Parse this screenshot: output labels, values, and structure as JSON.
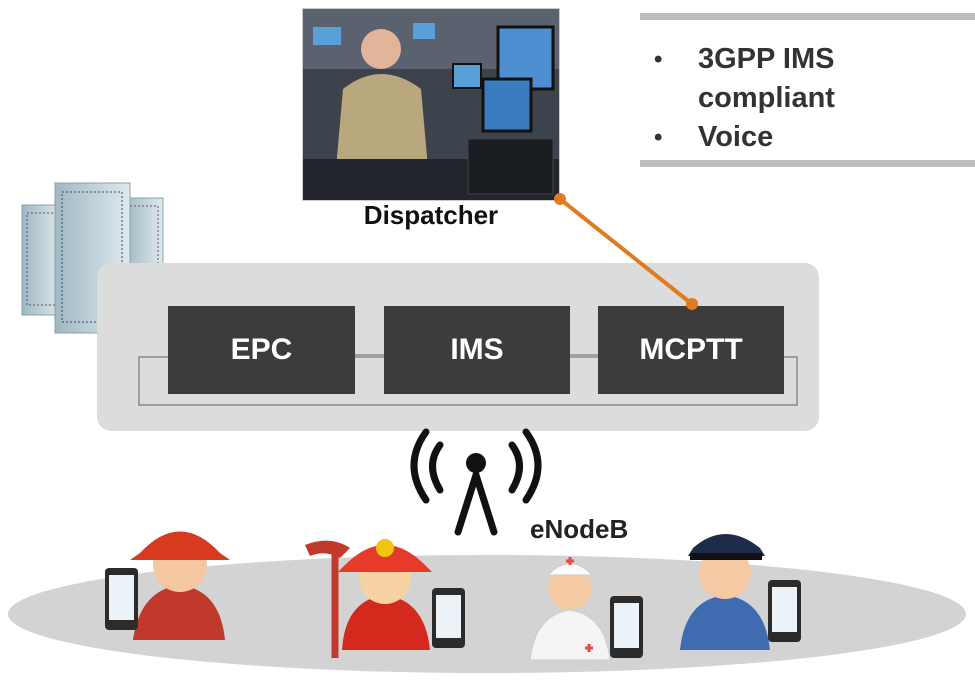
{
  "dispatcher": {
    "caption": "Dispatcher"
  },
  "features": {
    "items": [
      "3GPP IMS compliant",
      "Voice"
    ]
  },
  "core": {
    "boxes": [
      "EPC",
      "IMS",
      "MCPTT"
    ]
  },
  "radio": {
    "label": "eNodeB"
  },
  "users": [
    "firefighter",
    "fire-chief",
    "paramedic",
    "police-officer"
  ],
  "colors": {
    "core_box": "#3c3c3c",
    "panel": "#dcdcdc",
    "link": "#e07b22",
    "ground": "#d3d3d3"
  }
}
